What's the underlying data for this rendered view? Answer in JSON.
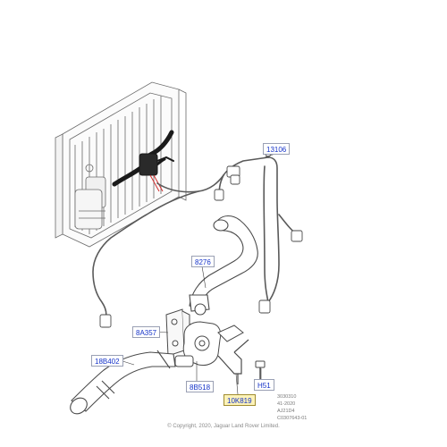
{
  "callouts": {
    "p13106": "13106",
    "p8276": "8276",
    "p8A357": "8A357",
    "p18B402": "18B402",
    "p8B518": "8B518",
    "pH51": "H51",
    "p10K819": "10K819"
  },
  "stamp": {
    "line1": "3030310",
    "line2": "41-2020",
    "line3": "AJ21D4",
    "line4": "C0307643-01"
  },
  "copyright": "© Copyright, 2020, Jaguar Land Rover Limited.",
  "colors": {
    "line": "#5a5a5a",
    "hose": "#1a1a1a",
    "callout_text": "#1533c9",
    "highlight": "#fdf3b8",
    "arrow": "#d23030"
  }
}
